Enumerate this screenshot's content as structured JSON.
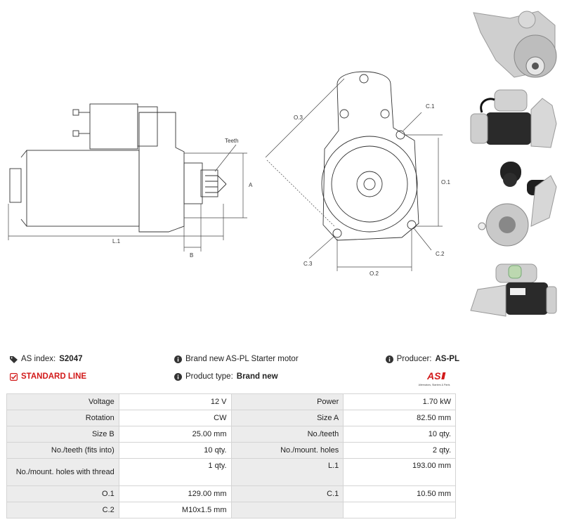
{
  "drawing": {
    "labels": {
      "teeth": "Teeth",
      "a": "A",
      "l1": "L.1",
      "b": "B",
      "o3": "O.3",
      "c1": "C.1",
      "o1": "O.1",
      "c2": "C.2",
      "c3": "C.3",
      "o2": "O.2"
    }
  },
  "info": {
    "as_index_label": "AS index:",
    "as_index_value": "S2047",
    "line_label": "STANDARD LINE",
    "description": "Brand new AS-PL Starter motor",
    "product_type_label": "Product type:",
    "product_type_value": "Brand new",
    "producer_label": "Producer:",
    "producer_value": "AS-PL"
  },
  "logo": {
    "mark": "AS",
    "tagline": "Alternators, Starters & Parts",
    "accent": "#d21a1a"
  },
  "specs": [
    {
      "k1": "Voltage",
      "v1": "12 V",
      "k2": "Power",
      "v2": "1.70 kW"
    },
    {
      "k1": "Rotation",
      "v1": "CW",
      "k2": "Size A",
      "v2": "82.50 mm"
    },
    {
      "k1": "Size B",
      "v1": "25.00 mm",
      "k2": "No./teeth",
      "v2": "10 qty."
    },
    {
      "k1": "No./teeth (fits into)",
      "v1": "10 qty.",
      "k2": "No./mount. holes",
      "v2": "2 qty."
    },
    {
      "k1": "No./mount. holes with thread",
      "v1": "1 qty.",
      "k2": "L.1",
      "v2": "193.00 mm"
    },
    {
      "k1": "O.1",
      "v1": "129.00 mm",
      "k2": "C.1",
      "v2": "10.50 mm"
    },
    {
      "k1": "C.2",
      "v1": "M10x1.5 mm",
      "k2": "",
      "v2": ""
    }
  ]
}
